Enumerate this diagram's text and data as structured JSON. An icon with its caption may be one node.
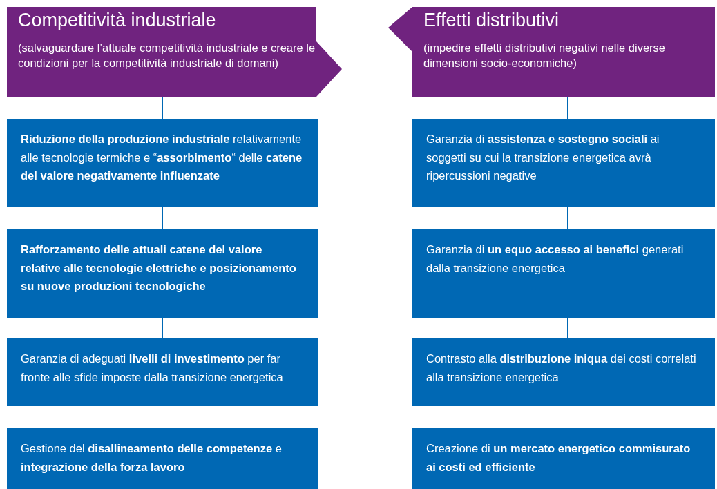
{
  "diagram": {
    "nodes": [
      {
        "text": [
          "Competitività industriale",
          "(salvaguardare l’attuale competitività industriale e creare le condizioni per la competitività industriale di domani)"
        ]
      },
      {
        "text": [
          "Effetti distributivi",
          "(impedire effetti distributivi negativi nelle diverse dimensioni socio-economiche)"
        ]
      },
      {
        "text": [
          "**Riduzione della produzione industriale** relativamente alle tecnologie termiche e “**assorbimento**“ delle **catene del valore negativamente influenzate**"
        ]
      },
      {
        "text": [
          "Garanzia di **assistenza e sostegno sociali** ai soggetti su cui la transizione energetica avrà ripercussioni negative"
        ]
      },
      {
        "text": [
          "**Rafforzamento delle attuali catene del valore relative alle tecnologie elettriche e posizionamento su nuove produzioni tecnologiche**"
        ]
      },
      {
        "text": [
          "Garanzia di **un equo accesso ai benefici** generati dalla transizione energetica"
        ]
      },
      {
        "text": [
          "Garanzia di adeguati **livelli di investimento** per far fronte alle sfide imposte dalla transizione energetica"
        ]
      },
      {
        "text": [
          "Contrasto alla **distribuzione iniqua** dei costi correlati alla transizione energetica"
        ]
      },
      {
        "text": [
          "Gestione del **disallineamento delle competenze** e **integrazione della forza lavoro**"
        ]
      },
      {
        "text": [
          "Creazione di **un mercato energetico commisurato ai costi ed efficiente**"
        ]
      }
    ],
    "edges": [
      {
        "from": 0,
        "to": 2,
        "arrow": "none"
      },
      {
        "from": 2,
        "to": 4,
        "arrow": "none"
      },
      {
        "from": 4,
        "to": 6,
        "arrow": "none"
      },
      {
        "from": 1,
        "to": 3,
        "arrow": "none"
      },
      {
        "from": 3,
        "to": 5,
        "arrow": "none"
      },
      {
        "from": 5,
        "to": 7,
        "arrow": "none"
      }
    ]
  }
}
